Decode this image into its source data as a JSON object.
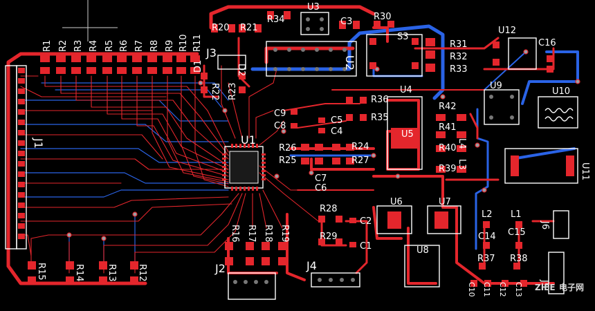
{
  "board": {
    "background": "#000000",
    "colors": {
      "top_copper": "#e4262c",
      "bottom_copper": "#2a63e6",
      "silkscreen": "#ffffff",
      "via": "#9aa0a6"
    }
  },
  "designators": {
    "J1": "J1",
    "J2": "J2",
    "J3": "J3",
    "J4": "J4",
    "J5": "J5",
    "J6": "J6",
    "U1": "U1",
    "U2": "U2",
    "U3": "U3",
    "U4": "U4",
    "U5": "U5",
    "U6": "U6",
    "U7": "U7",
    "U8": "U8",
    "U9": "U9",
    "U10": "U10",
    "U11": "U11",
    "U12": "U12",
    "R1": "R1",
    "R2": "R2",
    "R3": "R3",
    "R4": "R4",
    "R5": "R5",
    "R6": "R6",
    "R7": "R7",
    "R8": "R8",
    "R9": "R9",
    "R10": "R10",
    "R11": "R11",
    "R12": "R12",
    "R13": "R13",
    "R14": "R14",
    "R15": "R15",
    "R16": "R16",
    "R17": "R17",
    "R18": "R18",
    "R19": "R19",
    "R20": "R20",
    "R21": "R21",
    "R22": "R22",
    "R23": "R23",
    "R24": "R24",
    "R25": "R25",
    "R26": "R26",
    "R27": "R27",
    "R28": "R28",
    "R29": "R29",
    "R30": "R30",
    "R31": "R31",
    "R32": "R32",
    "R33": "R33",
    "R34": "R34",
    "R35": "R35",
    "R36": "R36",
    "R37": "R37",
    "R38": "R38",
    "R39": "R39",
    "R40": "R40",
    "R41": "R41",
    "R42": "R42",
    "C1": "C1",
    "C2": "C2",
    "C3": "C3",
    "C4": "C4",
    "C5": "C5",
    "C6": "C6",
    "C7": "C7",
    "C8": "C8",
    "C9": "C9",
    "C10": "C10",
    "C11": "C11",
    "C12": "C12",
    "C13": "C13",
    "C14": "C14",
    "C15": "C15",
    "C16": "C16",
    "L1": "L1",
    "L2": "L2",
    "L3": "L3",
    "L4": "L4",
    "D1": "D1",
    "D2": "D2",
    "S3": "S3"
  },
  "watermark": {
    "text": "电子网",
    "logo": "ZIEE"
  }
}
